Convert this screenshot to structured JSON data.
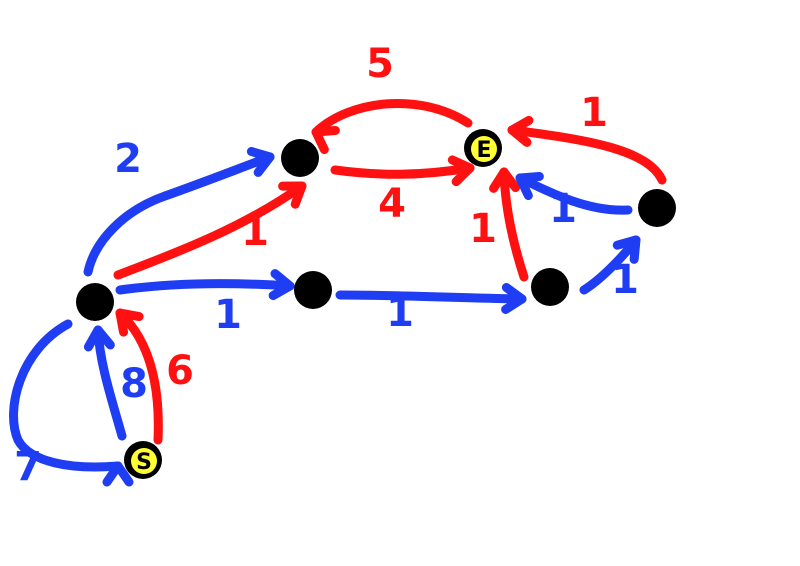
{
  "colors": {
    "blue": "#1f3df2",
    "red": "#ff1111",
    "node": "#000000",
    "highlight": "#ffff33"
  },
  "nodes": [
    {
      "id": "S",
      "label": "S",
      "highlight": true
    },
    {
      "id": "A",
      "label": "",
      "highlight": false
    },
    {
      "id": "B",
      "label": "",
      "highlight": false
    },
    {
      "id": "C",
      "label": "",
      "highlight": false
    },
    {
      "id": "D",
      "label": "",
      "highlight": false
    },
    {
      "id": "E",
      "label": "E",
      "highlight": true
    },
    {
      "id": "F",
      "label": "",
      "highlight": false
    }
  ],
  "edges": [
    {
      "from": "A",
      "to": "S",
      "weight": "7",
      "color": "blue"
    },
    {
      "from": "S",
      "to": "A",
      "weight": "8",
      "color": "blue"
    },
    {
      "from": "S",
      "to": "A",
      "weight": "6",
      "color": "red"
    },
    {
      "from": "A",
      "to": "B",
      "weight": "2",
      "color": "blue"
    },
    {
      "from": "A",
      "to": "B",
      "weight": "1",
      "color": "red"
    },
    {
      "from": "A",
      "to": "C",
      "weight": "1",
      "color": "blue"
    },
    {
      "from": "C",
      "to": "D",
      "weight": "1",
      "color": "blue"
    },
    {
      "from": "B",
      "to": "E",
      "weight": "4",
      "color": "red"
    },
    {
      "from": "E",
      "to": "B",
      "weight": "5",
      "color": "red"
    },
    {
      "from": "D",
      "to": "E",
      "weight": "1",
      "color": "red"
    },
    {
      "from": "D",
      "to": "F",
      "weight": "1",
      "color": "blue"
    },
    {
      "from": "F",
      "to": "E",
      "weight": "1",
      "color": "blue"
    },
    {
      "from": "F",
      "to": "E",
      "weight": "1",
      "color": "red"
    }
  ]
}
